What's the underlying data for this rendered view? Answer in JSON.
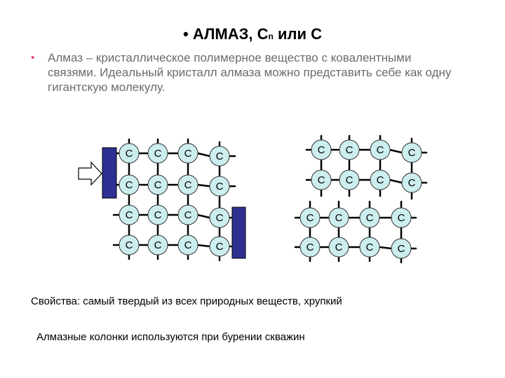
{
  "slide": {
    "title_prefix": "• АЛМАЗ, С",
    "title_sub": "n",
    "title_suffix": " или С",
    "bullet_marker": "•",
    "bullet_text": "Алмаз – кристаллическое полимерное вещество с ковалентными связями. Идеальный кристалл алмаза можно представить себе как одну гигантскую молекулу.",
    "properties": "Свойства: самый твердый из всех природных веществ, хрупкий",
    "usage": "Алмазные колонки используются при бурении скважин"
  },
  "diagram": {
    "atom_label": "C",
    "colors": {
      "atom_fill": "#cdeeee",
      "bond": "#000000",
      "block_fill": "#2e3192",
      "arrow_fill": "#ffffff"
    }
  }
}
